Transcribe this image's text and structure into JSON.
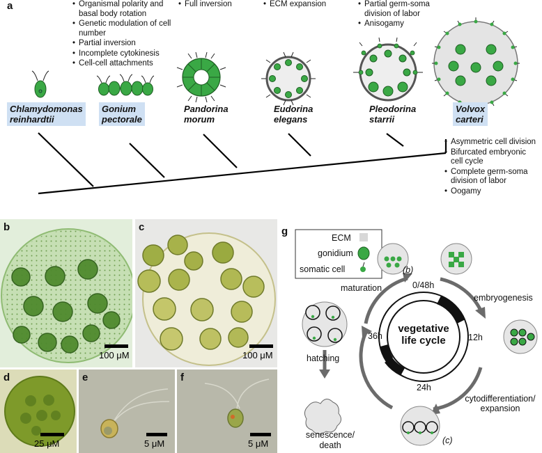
{
  "panel_a": {
    "letter": "a",
    "species": [
      {
        "line1": "Chlamydomonas",
        "line2": "reinhardtii"
      },
      {
        "line1": "Gonium",
        "line2": "pectorale"
      },
      {
        "line1": "Pandorina",
        "line2": "morum"
      },
      {
        "line1": "Eudorina",
        "line2": "elegans"
      },
      {
        "line1": "Pleodorina",
        "line2": "starrii"
      },
      {
        "line1": "Volvox",
        "line2": "carteri"
      }
    ],
    "traits_gonium": [
      "Organismal polarity and basal body rotation",
      "Genetic modulation of cell number",
      "Partial inversion",
      "Incomplete cytokinesis",
      "Cell-cell attachments"
    ],
    "traits_pandorina": [
      "Full inversion"
    ],
    "traits_eudorina": [
      "ECM expansion"
    ],
    "traits_pleodorina": [
      "Partial germ-soma division of labor",
      "Anisogamy"
    ],
    "traits_volvox": [
      "Asymmetric cell division",
      "Bifurcated embryonic cell cycle",
      "Complete germ-soma division of labor",
      "Oogamy"
    ]
  },
  "panel_b": {
    "letter": "b",
    "scale": "100 μM"
  },
  "panel_c": {
    "letter": "c",
    "scale": "100 μM"
  },
  "panel_d": {
    "letter": "d",
    "scale": "25 μM"
  },
  "panel_e": {
    "letter": "e",
    "scale": "5 μM"
  },
  "panel_f": {
    "letter": "f",
    "scale": "5 μM"
  },
  "panel_g": {
    "letter": "g",
    "legend": {
      "ecm": "ECM",
      "gonidium": "gonidium",
      "somatic": "somatic cell"
    },
    "center": {
      "line1": "vegetative",
      "line2": "life cycle"
    },
    "times": {
      "t0": "0/48h",
      "t12": "12h",
      "t24": "24h",
      "t36": "36h"
    },
    "stages": {
      "maturation": "maturation",
      "embryogenesis": "embryogenesis",
      "cytodiff1": "cytodifferentiation/",
      "cytodiff2": "expansion",
      "hatching": "hatching",
      "senescence1": "senescence/",
      "senescence2": "death",
      "ref_b": "(b)",
      "ref_c": "(c)"
    }
  },
  "colors": {
    "label_bg": "#cfe0f3",
    "cell_green": "#3aa845",
    "ecm_gray": "#dcdcdc",
    "tree": "#000000",
    "arrow": "#6b6b6b"
  }
}
